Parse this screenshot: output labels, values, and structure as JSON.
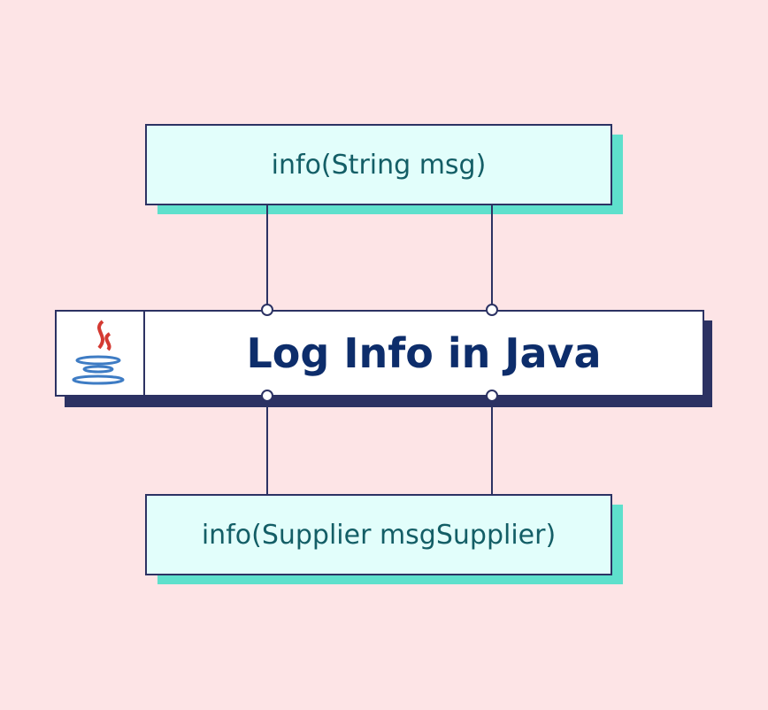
{
  "top_method": "info(String msg)",
  "title": "Log Info in Java",
  "bottom_method": "info(Supplier msgSupplier)",
  "icon": "java-logo-icon",
  "colors": {
    "background": "#fde4e6",
    "method_box": "#e2fefb",
    "method_shadow": "#5ee0cc",
    "border": "#2c3263",
    "title": "#0d2d6b"
  }
}
